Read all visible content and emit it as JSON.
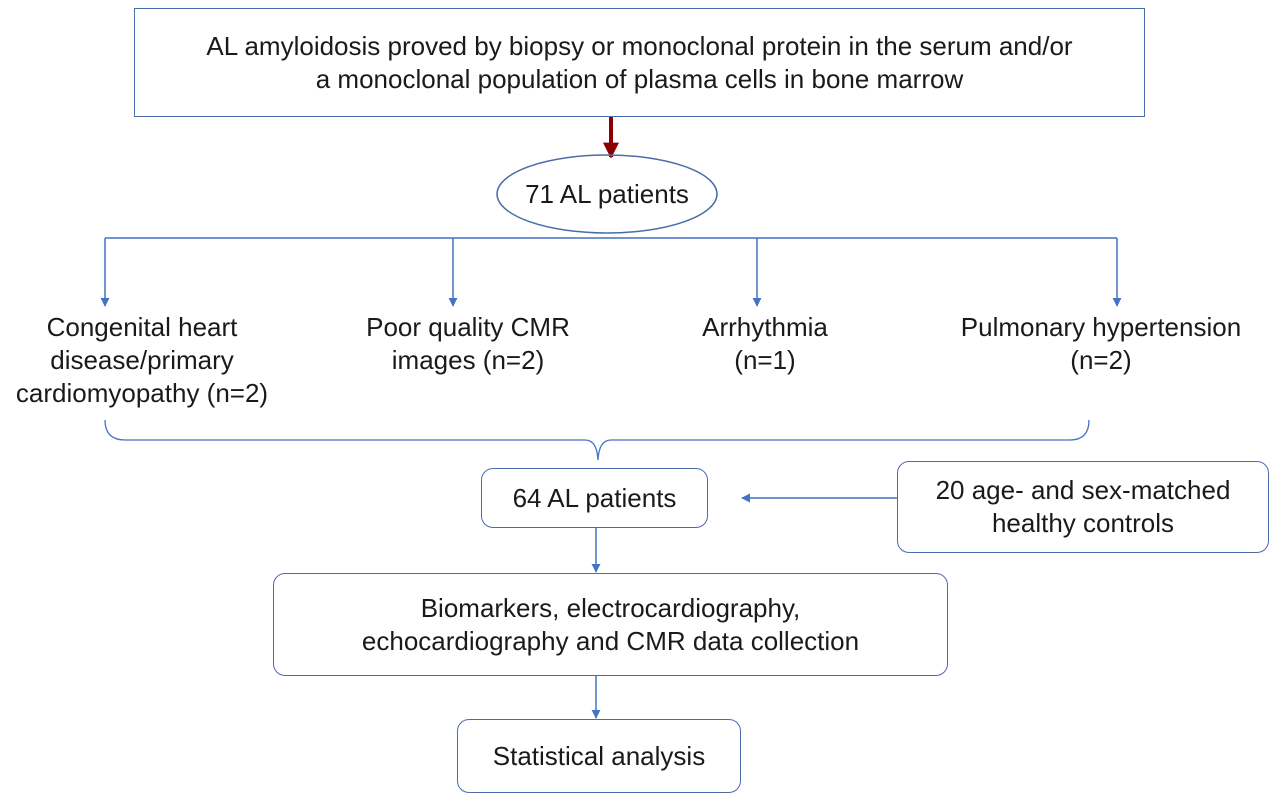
{
  "diagram": {
    "top_box": {
      "line1": "AL amyloidosis proved by biopsy or monoclonal protein in the serum and/or",
      "line2": "a monoclonal population of plasma cells in bone marrow"
    },
    "initial_cohort": "71 AL patients",
    "exclusions": [
      {
        "lines": [
          "Congenital heart",
          "disease/primary",
          "cardiomyopathy (n=2)"
        ]
      },
      {
        "lines": [
          "Poor quality CMR",
          "images (n=2)"
        ]
      },
      {
        "lines": [
          "Arrhythmia",
          "(n=1)"
        ]
      },
      {
        "lines": [
          "Pulmonary hypertension",
          "(n=2)"
        ]
      }
    ],
    "final_cohort": "64 AL patients",
    "controls": {
      "line1": "20 age- and sex-matched",
      "line2": "healthy controls"
    },
    "data_collection": {
      "line1": "Biomarkers, electrocardiography,",
      "line2": "echocardiography and CMR data collection"
    },
    "analysis": "Statistical analysis"
  },
  "colors": {
    "box_border": "#4a6cab",
    "connector": "#4472c4",
    "first_arrow": "#8b0000",
    "text": "#1a1a1a"
  }
}
